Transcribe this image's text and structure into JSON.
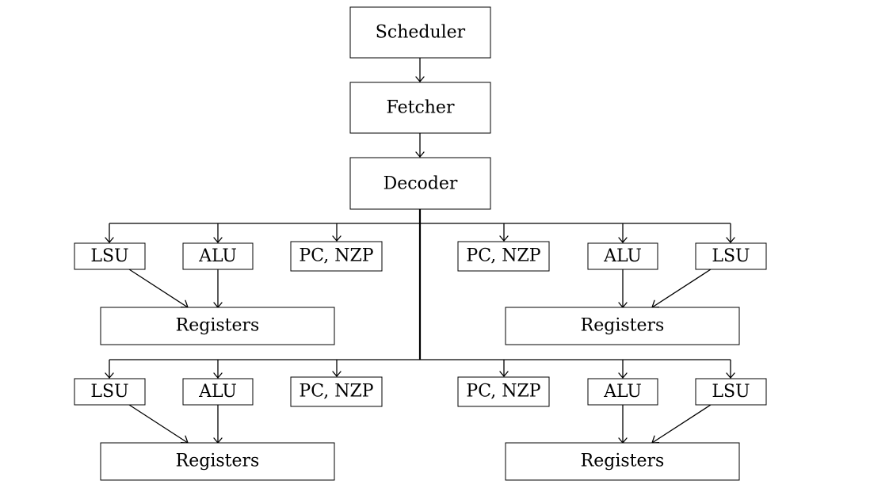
{
  "nodes": {
    "scheduler": "Scheduler",
    "fetcher": "Fetcher",
    "decoder": "Decoder",
    "c0_lsu": "LSU",
    "c0_alu": "ALU",
    "c0_pc": "PC, NZP",
    "c0_reg": "Registers",
    "c1_pc": "PC, NZP",
    "c1_alu": "ALU",
    "c1_lsu": "LSU",
    "c1_reg": "Registers",
    "c2_lsu": "LSU",
    "c2_alu": "ALU",
    "c2_pc": "PC, NZP",
    "c2_reg": "Registers",
    "c3_pc": "PC, NZP",
    "c3_alu": "ALU",
    "c3_lsu": "LSU",
    "c3_reg": "Registers"
  },
  "colors": {
    "stroke": "#000000",
    "fill": "#ffffff"
  }
}
